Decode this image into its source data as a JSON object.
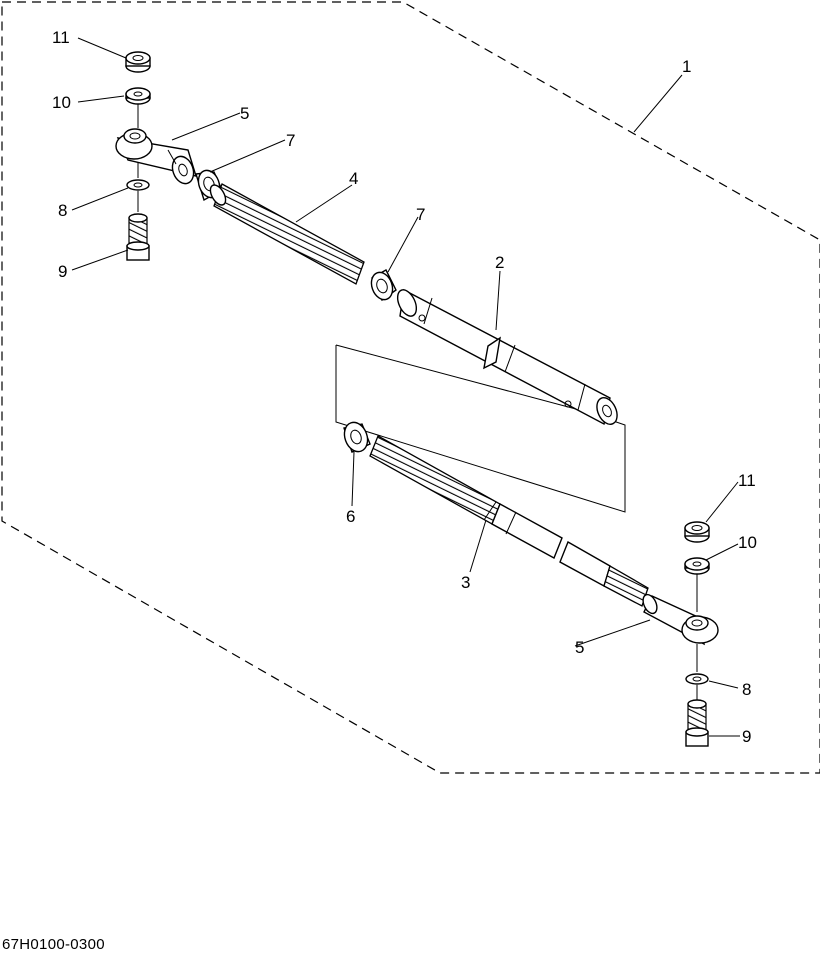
{
  "diagram": {
    "callouts": [
      "1",
      "2",
      "3",
      "4",
      "5",
      "5",
      "6",
      "7",
      "7",
      "8",
      "8",
      "9",
      "9",
      "10",
      "10",
      "11",
      "11"
    ],
    "drawing_code": "67H0100-0300"
  }
}
